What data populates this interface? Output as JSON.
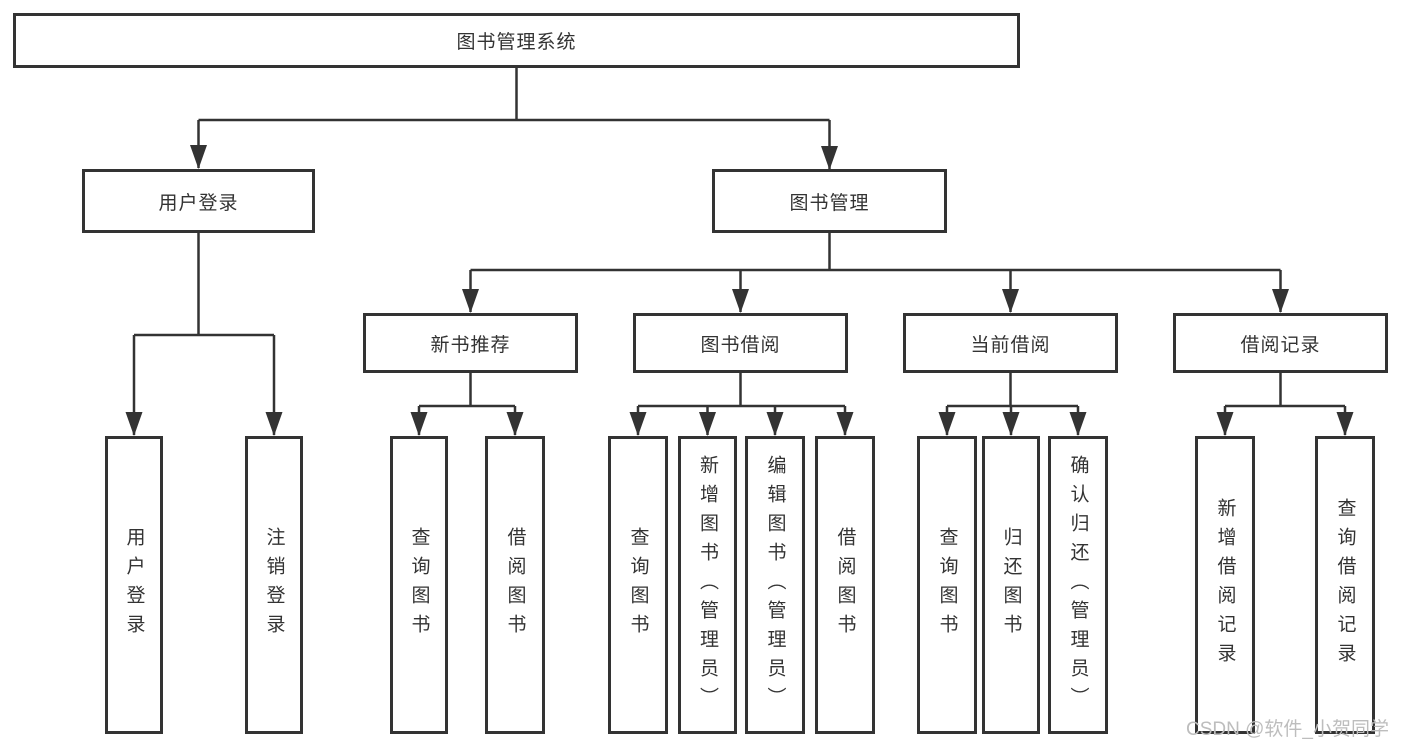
{
  "tree": {
    "root": {
      "label": "图书管理系统"
    },
    "branches": [
      {
        "label": "用户登录",
        "children": [
          {
            "label": "用户登录"
          },
          {
            "label": "注销登录"
          }
        ]
      },
      {
        "label": "图书管理",
        "children": [
          {
            "label": "新书推荐",
            "children": [
              {
                "label": "查询图书"
              },
              {
                "label": "借阅图书"
              }
            ]
          },
          {
            "label": "图书借阅",
            "children": [
              {
                "label": "查询图书"
              },
              {
                "label": "新增图书（管理员）"
              },
              {
                "label": "编辑图书（管理员）"
              },
              {
                "label": "借阅图书"
              }
            ]
          },
          {
            "label": "当前借阅",
            "children": [
              {
                "label": "查询图书"
              },
              {
                "label": "归还图书"
              },
              {
                "label": "确认归还（管理员）"
              }
            ]
          },
          {
            "label": "借阅记录",
            "children": [
              {
                "label": "新增借阅记录"
              },
              {
                "label": "查询借阅记录"
              }
            ]
          }
        ]
      }
    ]
  },
  "watermark": {
    "text": "CSDN @软件_小贺同学"
  },
  "colors": {
    "line": "#333333",
    "text": "#333333",
    "box_fill": "#ffffff",
    "background": "#ffffff",
    "watermark": "#bdbdbd"
  }
}
